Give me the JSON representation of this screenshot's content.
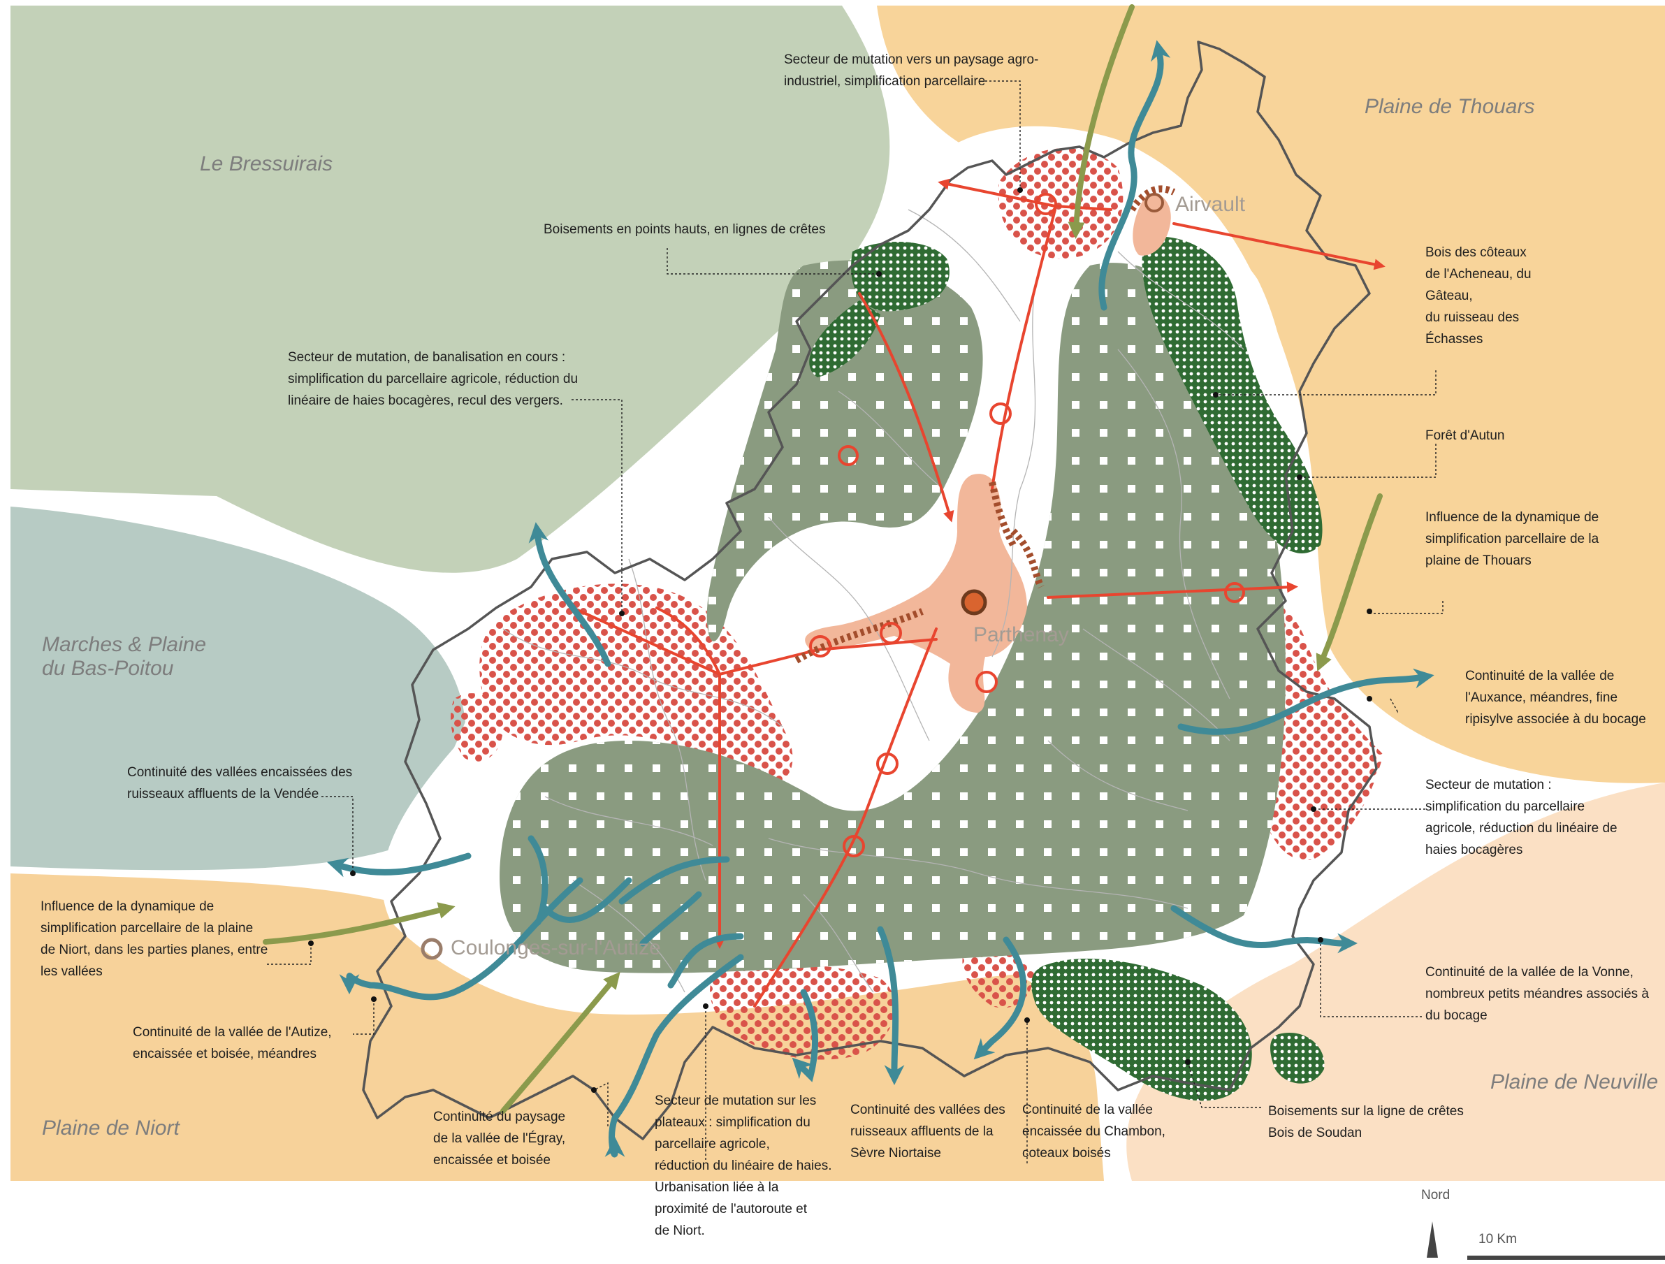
{
  "regions": {
    "bressuirais": "Le Bressuirais",
    "thouars": "Plaine de Thouars",
    "marches": [
      "Marches & Plaine",
      "du Bas-Poitou"
    ],
    "niort": "Plaine de Niort",
    "neuville": "Plaine de Neuville"
  },
  "towns": {
    "airvault": "Airvault",
    "parthenay": "Parthenay",
    "coulonges": "Coulonges-sur-l'Autize"
  },
  "annotations": {
    "agro": [
      "Secteur de mutation vers un paysage agro-",
      "industriel, simplification parcellaire"
    ],
    "boisements_crets": [
      "Boisements en points hauts, en lignes de crêtes"
    ],
    "banalisation": [
      "Secteur de mutation, de banalisation en cours :",
      "simplification du parcellaire agricole, réduction du",
      "linéaire de haies bocagères, recul des vergers."
    ],
    "acheneau": [
      "Bois des côteaux",
      "de l'Acheneau, du",
      "Gâteau,",
      "du ruisseau des",
      "Échasses"
    ],
    "autun": [
      "Forêt d'Autun"
    ],
    "thouars_dyn": [
      "Influence de la dynamique de",
      "simplification parcellaire de la",
      "plaine de Thouars"
    ],
    "auxance": [
      "Continuité  de la vallée de",
      "l'Auxance,  méandres, fine",
      "ripisylve associée à du bocage"
    ],
    "mutation_haies": [
      "Secteur de mutation :",
      "simplification du parcellaire",
      "agricole, réduction du linéaire de",
      "haies bocagères"
    ],
    "vendee": [
      "Continuité  des vallées encaissées des",
      "ruisseaux affluents de la Vendée"
    ],
    "niort_dyn": [
      "Influence de la dynamique de",
      "simplification parcellaire de la plaine",
      "de  Niort, dans les parties planes, entre",
      "les vallées"
    ],
    "autize": [
      "Continuité de la vallée de l'Autize,",
      "encaissée et boisée, méandres"
    ],
    "egray": [
      "Continuité  du paysage",
      "de la vallée de l'Égray,",
      "encaissée et boisée"
    ],
    "plateaux": [
      "Secteur de mutation sur les",
      "plateaux : simplification du",
      "parcellaire agricole,",
      "réduction du linéaire de haies.",
      "Urbanisation liée à la",
      "proximité de l'autoroute et",
      "de Niort."
    ],
    "sevre": [
      "Continuité  des vallées des",
      "ruisseaux affluents de la",
      "Sèvre Niortaise"
    ],
    "chambon": [
      "Continuité de la vallée",
      "encaissée du Chambon,",
      "coteaux boisés"
    ],
    "vonne": [
      "Continuité  de la vallée de la Vonne,",
      "nombreux petits méandres associés à",
      "du bocage"
    ],
    "soudan": [
      "Boisements sur la ligne de crêtes",
      "Bois de Soudan"
    ]
  },
  "scale": {
    "north": "Nord",
    "distance": "10 Km"
  },
  "colors": {
    "bressuirais": "#c3d1b8",
    "marches": "#b7cbc4",
    "thouars_plain": "#f8d49a",
    "niort_plain": "#f7d29a",
    "neuville_plain": "#fbe0c4",
    "bocage": "#8a9b80",
    "forest": "#2f6b33",
    "mutation_dots": "#d9534a",
    "arrow_red": "#e8452f",
    "valley_teal": "#3f8a97",
    "olive": "#8b9a4c",
    "urban": "#f2b79a",
    "border": "#555555"
  }
}
